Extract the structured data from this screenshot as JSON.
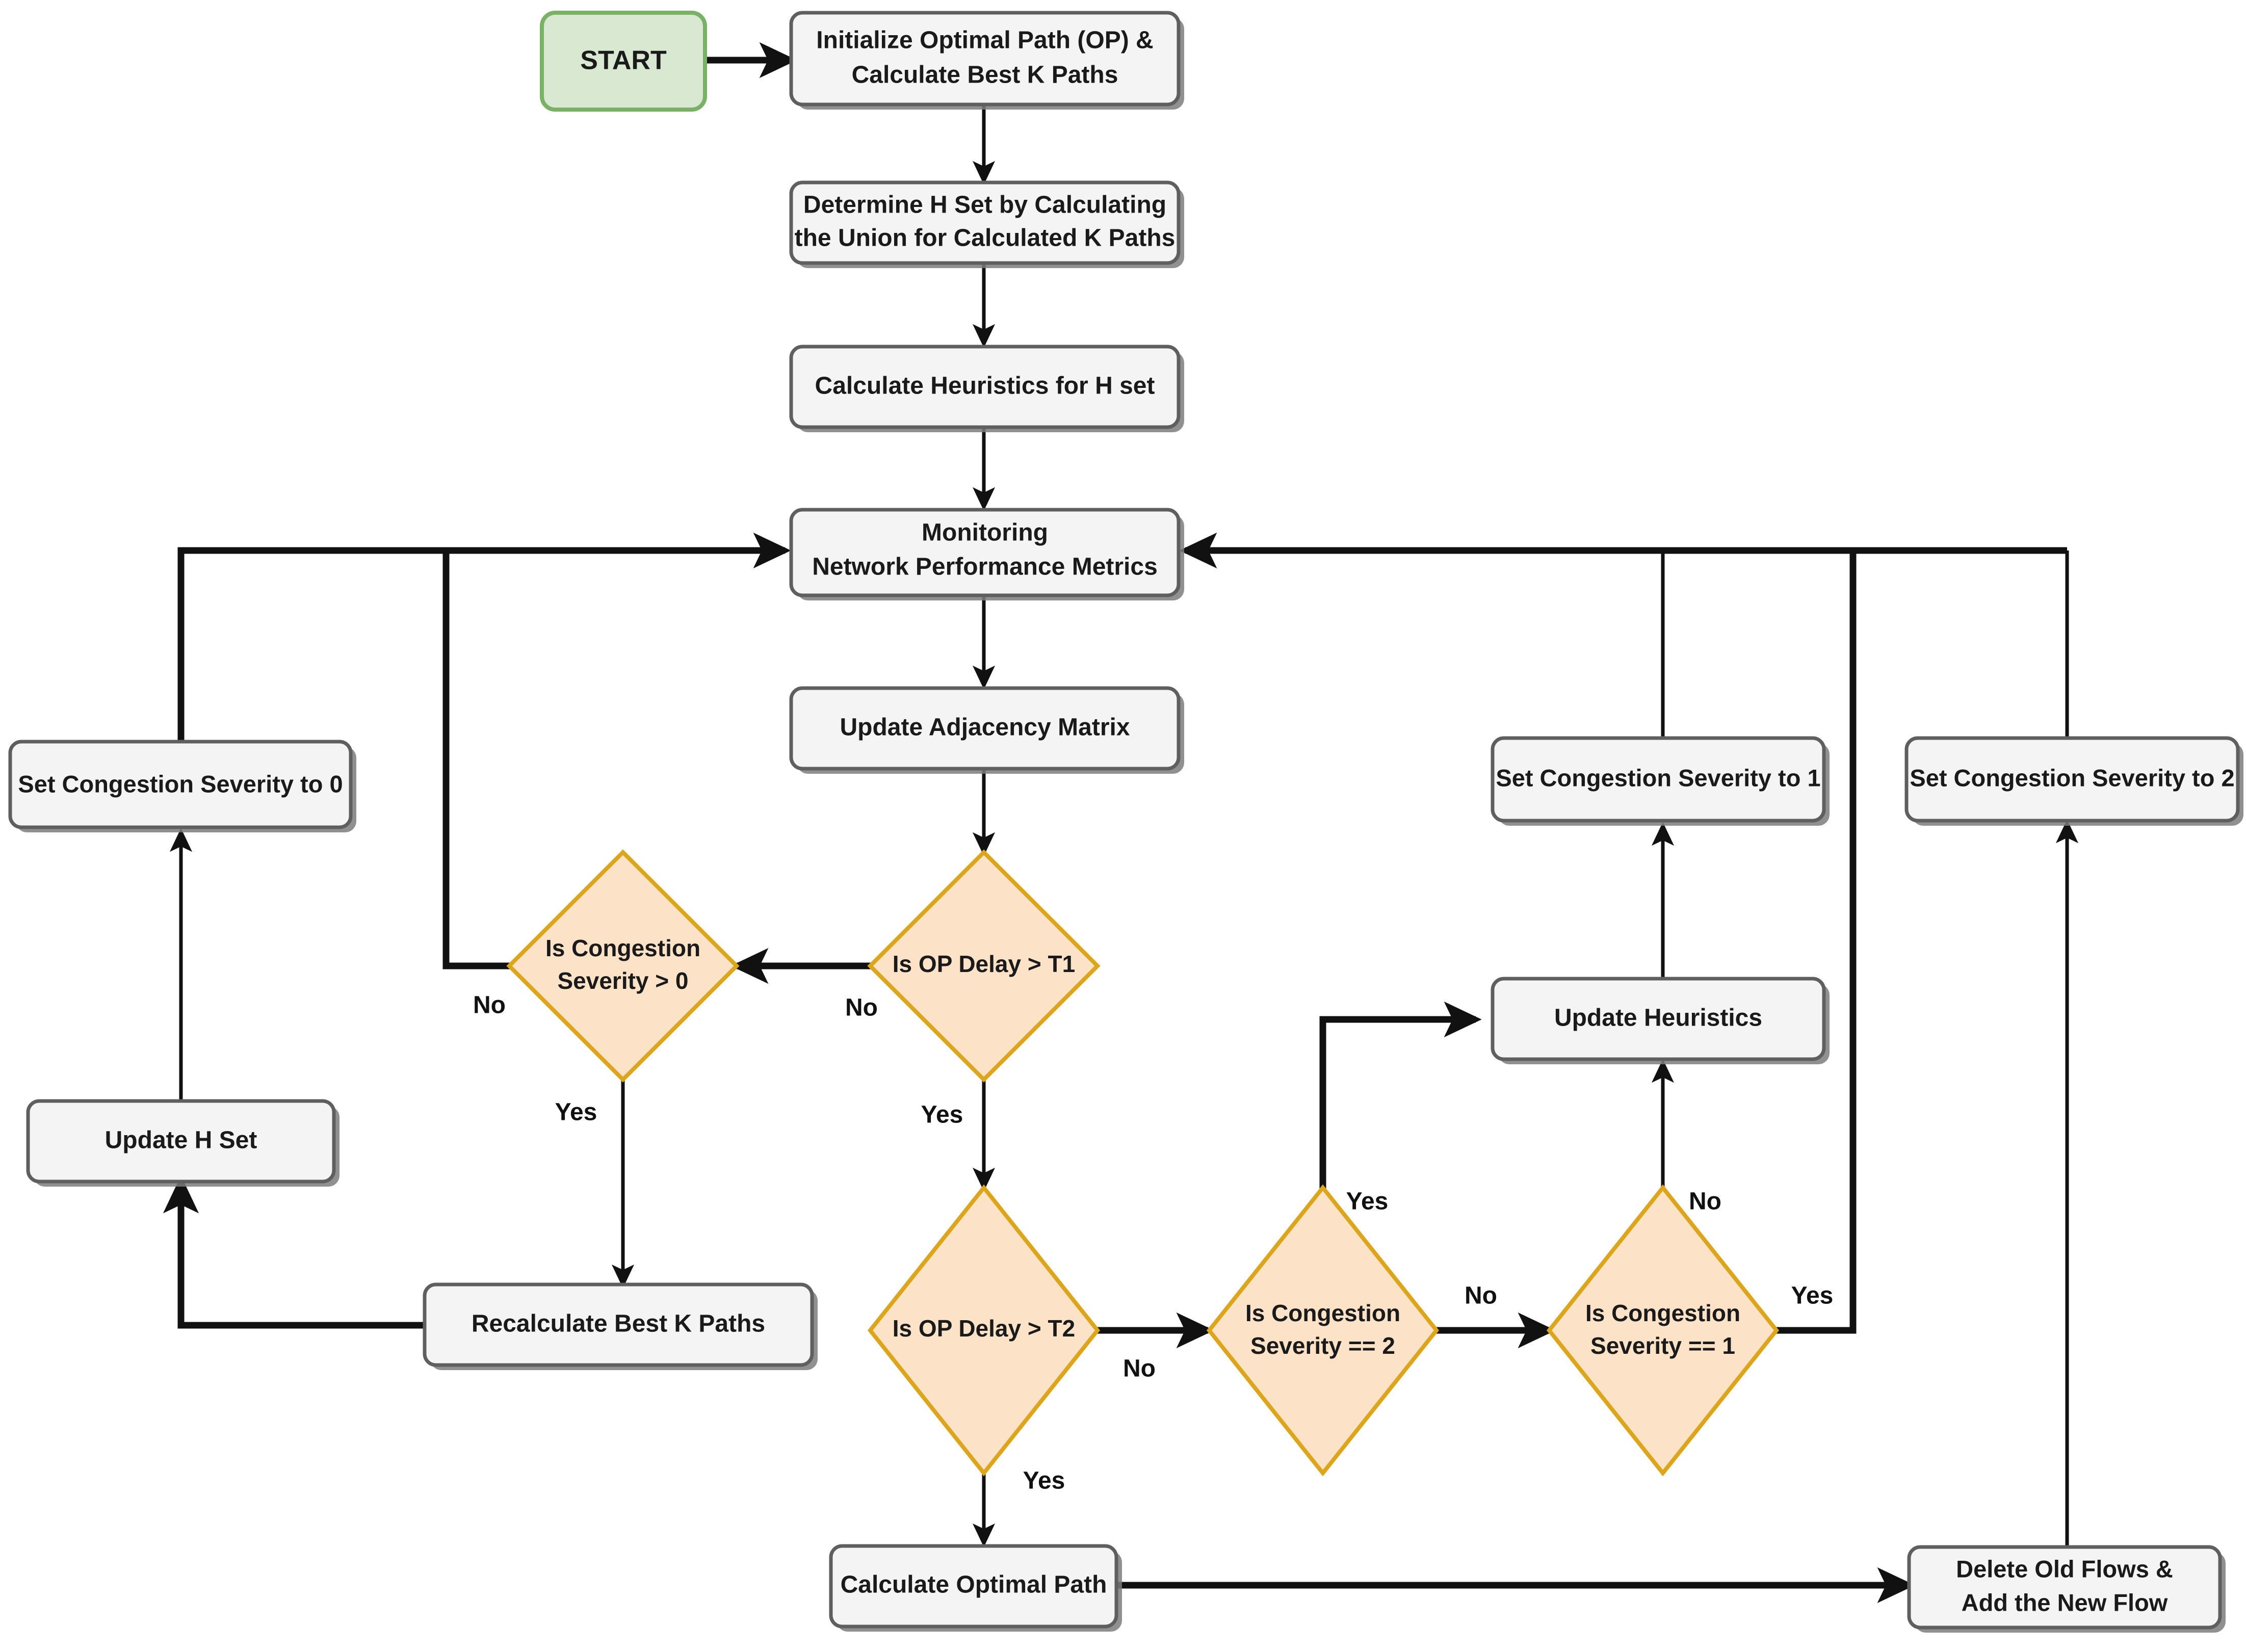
{
  "diagram": {
    "title": "Congestion-aware adaptive routing flowchart",
    "colors": {
      "process_fill": "#f4f4f4",
      "process_border": "#5f5f5f",
      "start_fill": "#d9e8d0",
      "start_border": "#79b267",
      "decision_fill": "#fce3c8",
      "decision_border": "#dca51b",
      "edge": "#111111",
      "background": "#ffffff"
    },
    "nodes": [
      {
        "id": "start",
        "type": "terminator",
        "label": "START",
        "lines": [
          "START"
        ]
      },
      {
        "id": "init",
        "type": "process",
        "label": "Initialize Optimal Path (OP) & Calculate Best K  Paths",
        "lines": [
          "Initialize Optimal Path (OP) &",
          "Calculate Best K  Paths"
        ]
      },
      {
        "id": "hset",
        "type": "process",
        "label": "Determine H Set by Calculating the Union for Calculated K Paths",
        "lines": [
          "Determine H Set by Calculating",
          "the Union for Calculated K Paths"
        ]
      },
      {
        "id": "calcheur",
        "type": "process",
        "label": "Calculate Heuristics for H set",
        "lines": [
          "Calculate Heuristics for H set"
        ]
      },
      {
        "id": "monitor",
        "type": "process",
        "label": "Monitoring Network Performance Metrics",
        "lines": [
          "Monitoring",
          "Network Performance Metrics"
        ]
      },
      {
        "id": "updadj",
        "type": "process",
        "label": "Update Adjacency Matrix",
        "lines": [
          "Update Adjacency Matrix"
        ]
      },
      {
        "id": "sev0",
        "type": "process",
        "label": "Set Congestion Severity to 0",
        "lines": [
          "Set Congestion Severity to 0"
        ]
      },
      {
        "id": "updh",
        "type": "process",
        "label": "Update H Set",
        "lines": [
          "Update H Set"
        ]
      },
      {
        "id": "sev1",
        "type": "process",
        "label": "Set Congestion Severity to 1",
        "lines": [
          "Set Congestion Severity to 1"
        ]
      },
      {
        "id": "sev2",
        "type": "process",
        "label": "Set Congestion Severity to 2",
        "lines": [
          "Set Congestion Severity to 2"
        ]
      },
      {
        "id": "updheur",
        "type": "process",
        "label": "Update Heuristics",
        "lines": [
          "Update Heuristics"
        ]
      },
      {
        "id": "recalc",
        "type": "process",
        "label": "Recalculate Best K Paths",
        "lines": [
          "Recalculate Best K Paths"
        ]
      },
      {
        "id": "calcop",
        "type": "process",
        "label": "Calculate Optimal Path",
        "lines": [
          "Calculate Optimal Path"
        ]
      },
      {
        "id": "delflows",
        "type": "process",
        "label": "Delete Old Flows & Add the New Flow",
        "lines": [
          "Delete Old Flows &",
          "Add the New Flow"
        ]
      },
      {
        "id": "dCongGt0",
        "type": "decision",
        "label": "Is Congestion Severity > 0",
        "lines": [
          "Is Congestion",
          "Severity > 0"
        ]
      },
      {
        "id": "dDelayT1",
        "type": "decision",
        "label": "Is OP Delay > T1",
        "lines": [
          "Is OP Delay > T1"
        ]
      },
      {
        "id": "dDelayT2",
        "type": "decision",
        "label": "Is OP Delay > T2",
        "lines": [
          "Is OP Delay > T2"
        ]
      },
      {
        "id": "dCongEq2",
        "type": "decision",
        "label": "Is Congestion Severity == 2",
        "lines": [
          "Is Congestion",
          "Severity == 2"
        ]
      },
      {
        "id": "dCongEq1",
        "type": "decision",
        "label": "Is Congestion Severity == 1",
        "lines": [
          "Is Congestion",
          "Severity == 1"
        ]
      }
    ],
    "edges": [
      {
        "from": "start",
        "to": "init",
        "label": ""
      },
      {
        "from": "init",
        "to": "hset",
        "label": ""
      },
      {
        "from": "hset",
        "to": "calcheur",
        "label": ""
      },
      {
        "from": "calcheur",
        "to": "monitor",
        "label": ""
      },
      {
        "from": "monitor",
        "to": "updadj",
        "label": ""
      },
      {
        "from": "updadj",
        "to": "dDelayT1",
        "label": ""
      },
      {
        "from": "dDelayT1",
        "to": "dCongGt0",
        "label": "No"
      },
      {
        "from": "dDelayT1",
        "to": "dDelayT2",
        "label": "Yes"
      },
      {
        "from": "dCongGt0",
        "to": "monitor",
        "label": "No"
      },
      {
        "from": "dCongGt0",
        "to": "recalc",
        "label": "Yes"
      },
      {
        "from": "recalc",
        "to": "updh",
        "label": ""
      },
      {
        "from": "updh",
        "to": "sev0",
        "label": ""
      },
      {
        "from": "sev0",
        "to": "monitor",
        "label": ""
      },
      {
        "from": "dDelayT2",
        "to": "dCongEq2",
        "label": "No"
      },
      {
        "from": "dDelayT2",
        "to": "calcop",
        "label": "Yes"
      },
      {
        "from": "dCongEq2",
        "to": "updheur",
        "label": "Yes"
      },
      {
        "from": "dCongEq2",
        "to": "dCongEq1",
        "label": "No"
      },
      {
        "from": "dCongEq1",
        "to": "updheur",
        "label": "No"
      },
      {
        "from": "dCongEq1",
        "to": "sev2",
        "label": "Yes"
      },
      {
        "from": "updheur",
        "to": "sev1",
        "label": ""
      },
      {
        "from": "sev1",
        "to": "monitor",
        "label": ""
      },
      {
        "from": "sev2",
        "to": "monitor",
        "label": ""
      },
      {
        "from": "calcop",
        "to": "delflows",
        "label": ""
      },
      {
        "from": "delflows",
        "to": "monitor",
        "label": ""
      }
    ],
    "edge_labels": {
      "t1_no": "No",
      "t1_yes": "Yes",
      "gt0_no": "No",
      "gt0_yes": "Yes",
      "t2_no": "No",
      "t2_yes": "Yes",
      "eq2_yes": "Yes",
      "eq2_no": "No",
      "eq1_no": "No",
      "eq1_yes": "Yes"
    }
  }
}
